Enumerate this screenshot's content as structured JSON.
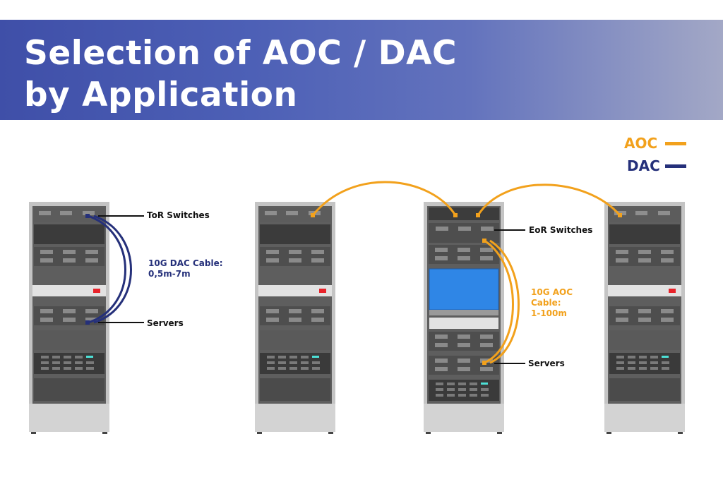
{
  "header": {
    "title_line1": "Selection of AOC / DAC",
    "title_line2": "by Application"
  },
  "legend": {
    "aoc_label": "AOC",
    "dac_label": "DAC",
    "aoc_color": "#f2a11c",
    "dac_color": "#25307a"
  },
  "labels": {
    "tor_switches": "ToR Switches",
    "servers_left": "Servers",
    "dac_cable_line1": "10G DAC Cable:",
    "dac_cable_line2": "0,5m-7m",
    "eor_switches": "EoR Switches",
    "aoc_cable_line1": "10G AOC",
    "aoc_cable_line2": "Cable:",
    "aoc_cable_line3": "1-100m",
    "servers_right": "Servers"
  },
  "colors": {
    "rack_frame": "#cbcbcb",
    "rack_interior": "#565656",
    "rack_dark_band": "#3c3c3c",
    "status_led_red": "#e8232a",
    "status_led_cyan": "#4de0d6",
    "monitor_blue": "#2f86e6"
  }
}
